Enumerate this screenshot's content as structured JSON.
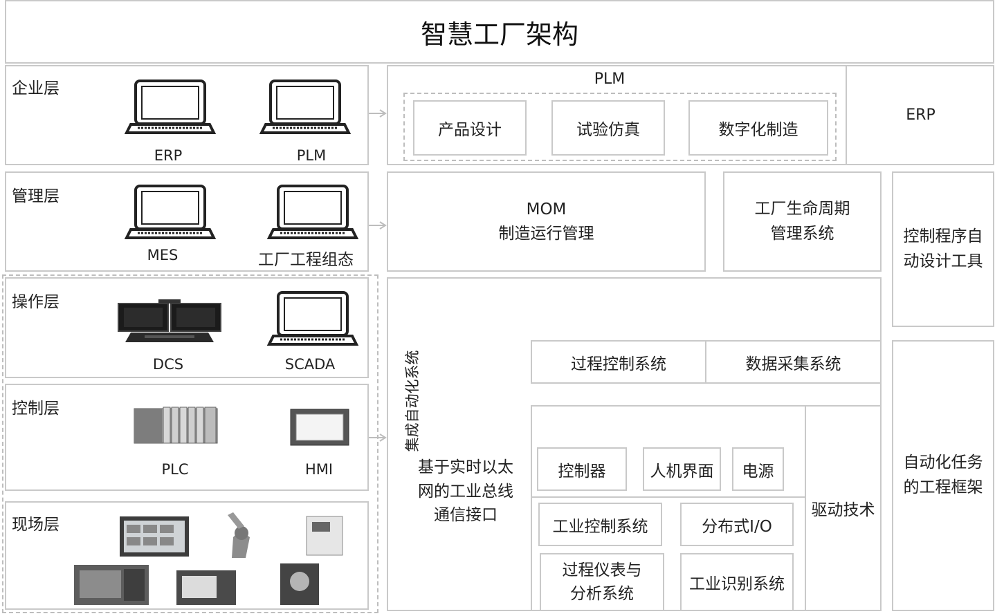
{
  "title": "智慧工厂架构",
  "layers": [
    {
      "name": "企业层",
      "devices": [
        "ERP",
        "PLM"
      ]
    },
    {
      "name": "管理层",
      "devices": [
        "MES",
        "工厂工程组态"
      ]
    },
    {
      "name": "操作层",
      "devices": [
        "DCS",
        "SCADA"
      ]
    },
    {
      "name": "控制层",
      "devices": [
        "PLC",
        "HMI"
      ]
    },
    {
      "name": "现场层",
      "devices": []
    }
  ],
  "right": {
    "plm": {
      "title": "PLM",
      "items": [
        "产品设计",
        "试验仿真",
        "数字化制造"
      ]
    },
    "erp": "ERP",
    "mom": "MOM\n制造运行管理",
    "lifecycle": "工厂生命周期\n管理系统",
    "auto_design": "控制程序自\n动设计工具",
    "integrated": "集成自动化系统",
    "process_control": "过程控制系统",
    "data_acquisition": "数据采集系统",
    "ethernet": "基于实时以太\n网的工业总线\n通信接口",
    "controller": "控制器",
    "hmi_box": "人机界面",
    "power": "电源",
    "drive": "驱动技术",
    "ics": "工业控制系统",
    "dist_io": "分布式I/O",
    "instruments": "过程仪表与\n分析系统",
    "ident": "工业识别系统",
    "task_framework": "自动化任务\n的工程框架"
  }
}
